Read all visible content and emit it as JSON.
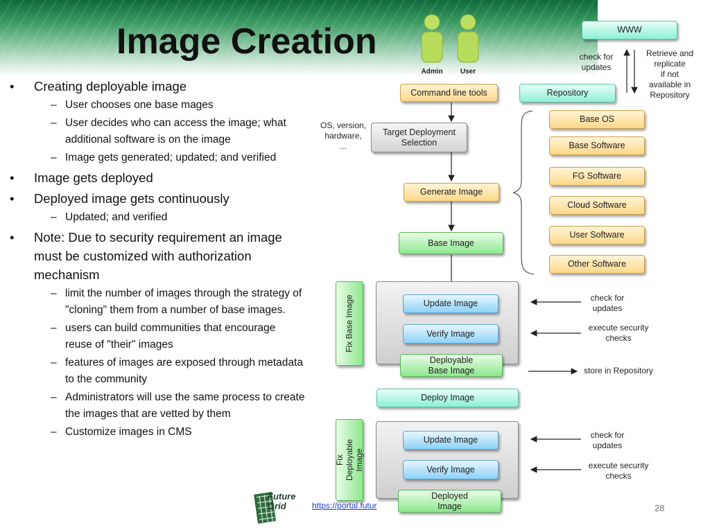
{
  "title": "Image Creation",
  "bullets": [
    {
      "level": 1,
      "text": "Creating deployable image"
    },
    {
      "level": 2,
      "text": "User chooses one base mages"
    },
    {
      "level": 2,
      "text": "User decides who can access the image; what additional software is on the image"
    },
    {
      "level": 2,
      "text": "Image gets generated; updated; and verified"
    },
    {
      "level": 1,
      "text": "Image gets deployed"
    },
    {
      "level": 1,
      "text": "Deployed image gets continuously"
    },
    {
      "level": 2,
      "text": "Updated; and verified"
    },
    {
      "level": 1,
      "text": "Note: Due to security requirement an image must be customized with authorization mechanism"
    },
    {
      "level": 2,
      "text": "limit the number of images through the strategy of \"cloning\" them from a number of base images."
    },
    {
      "level": 2,
      "text": "users can build communities that encourage reuse of \"their\" images"
    },
    {
      "level": 2,
      "text": "features of images are exposed through metadata to the community"
    },
    {
      "level": 2,
      "text": "Administrators will use the same process to create the images that are vetted by them"
    },
    {
      "level": 2,
      "text": "Customize images in CMS"
    }
  ],
  "bullet_marks": {
    "level1": "•",
    "level2": "–"
  },
  "diagram": {
    "admin_label": "Admin",
    "user_label": "User",
    "www": "WWW",
    "check_updates_top": "check for\nupdates",
    "retrieve_note": "Retrieve and\nreplicate\nif not\navailable in\nRepository",
    "command_line_tools": "Command line tools",
    "repository": "Repository",
    "os_note": "OS, version,\nhardware,\n...",
    "target_deployment": "Target Deployment\nSelection",
    "generate_image": "Generate Image",
    "base_image": "Base Image",
    "software_list": [
      "Base OS",
      "Base Software",
      "FG Software",
      "Cloud Software",
      "User Software",
      "Other Software"
    ],
    "fix_base_image": "Fix Base Image",
    "update_image_1": "Update Image",
    "verify_image_1": "Verify Image",
    "deployable_base_image": "Deployable\nBase Image",
    "check_updates_1": "check for\nupdates",
    "execute_security_1": "execute security\nchecks",
    "store_repository": "store in Repository",
    "deploy_image": "Deploy Image",
    "fix_deployable_image": "Fix Deployable\nImage",
    "update_image_2": "Update Image",
    "verify_image_2": "Verify Image",
    "deployed_image": "Deployed\nImage",
    "check_updates_2": "check for\nupdates",
    "execute_security_2": "execute security\nchecks"
  },
  "footer": {
    "link": "https://portal.futur",
    "page_number": "28",
    "logo_text": "Future\nGrid"
  }
}
